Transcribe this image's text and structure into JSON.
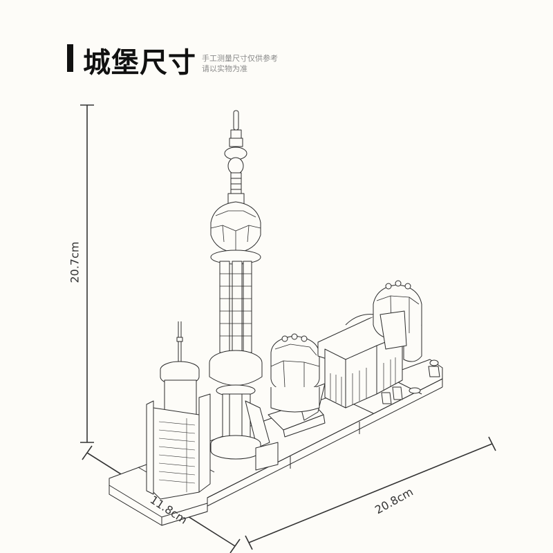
{
  "header": {
    "title": "城堡尺寸",
    "note_line1": "手工测量尺寸仅供参考",
    "note_line2": "请以实物为准"
  },
  "dimensions": {
    "height": "20.7cm",
    "depth": "11.8cm",
    "width": "20.8cm"
  },
  "colors": {
    "background": "#fdfcf8",
    "line": "#333333",
    "title": "#111111",
    "note": "#8a8a8a"
  },
  "illustration": {
    "subject": "Shanghai skyline brick model line drawing",
    "elements": [
      "oriental-pearl-tower",
      "skyscraper",
      "domed-hall-building",
      "base-plate"
    ]
  }
}
